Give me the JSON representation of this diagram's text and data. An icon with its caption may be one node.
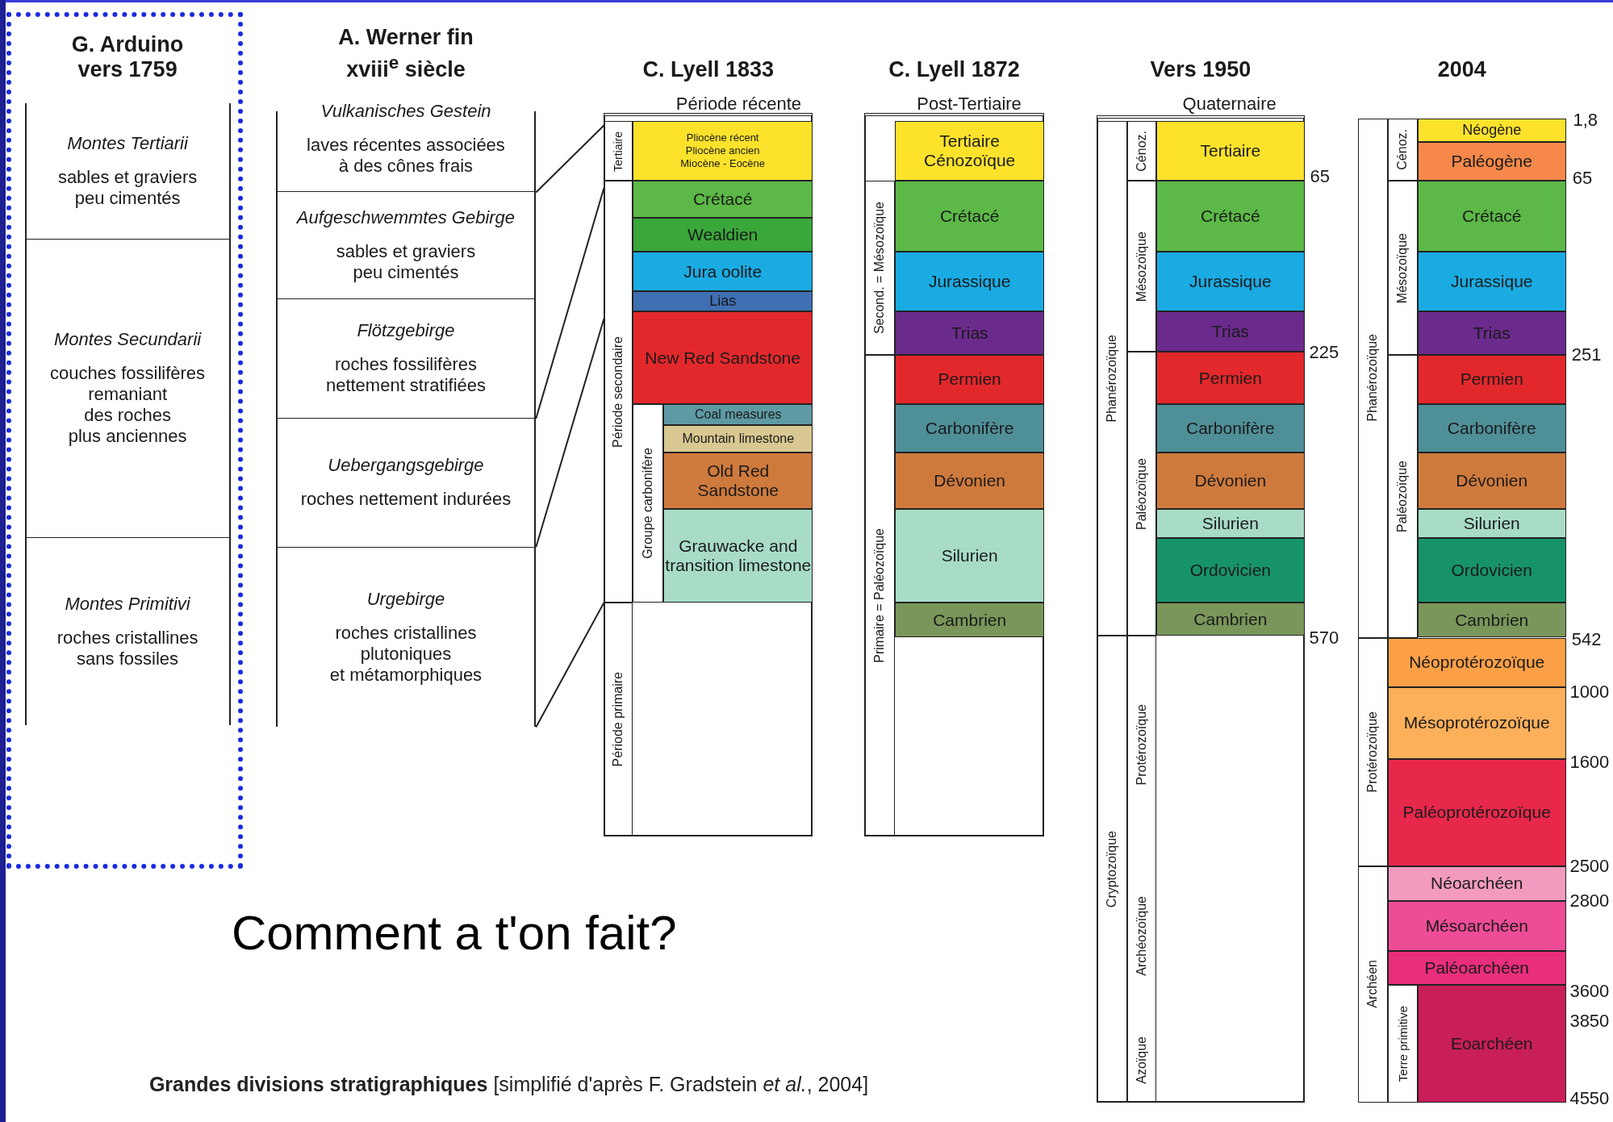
{
  "diagram": {
    "title": "Comment a t'on fait?",
    "caption": "**Grandes divisions stratigraphiques** [simplifié d'après F. Gradstein *et al.*, 2004]",
    "nodes": [
      {
        "text": [
          "G. Arduino vers 1759"
        ]
      },
      {
        "text": [
          "Montes Tertiarii",
          "sables et graviers peu cimentés"
        ],
        "in": 0
      },
      {
        "text": [
          "Montes Secundarii",
          "couches fossilifères remaniant des roches plus anciennes"
        ],
        "in": 0
      },
      {
        "text": [
          "Montes Primitivi",
          "roches cristallines sans fossiles"
        ],
        "in": 0
      },
      {
        "text": [
          "A. Werner fin xviii$^{e}$ siècle"
        ]
      },
      {
        "text": [
          "Vulkanisches Gestein",
          "laves récentes associées à des cônes frais"
        ],
        "in": 4
      },
      {
        "text": [
          "Aufgeschwemmtes Gebirge",
          "sables et graviers peu cimentés"
        ],
        "in": 4
      },
      {
        "text": [
          "Flötzgebirge",
          "roches fossilifères nettement stratifiées"
        ],
        "in": 4
      },
      {
        "text": [
          "Uebergangsgebirge",
          "roches nettement indurées"
        ],
        "in": 4
      },
      {
        "text": [
          "Urgebirge",
          "roches cristallines plutoniques et métamorphiques"
        ],
        "in": 4
      },
      {
        "text": [
          "C. Lyell 1833"
        ]
      },
      {
        "text": [
          "Tertiaire"
        ],
        "in": 10
      },
      {
        "text": [
          "Pliocène récent",
          "Pliocène ancien",
          "Miocène - Eocène"
        ],
        "in": 10
      },
      {
        "text": [
          "Période secondaire"
        ],
        "in": 10
      },
      {
        "text": [
          "Crétacé"
        ],
        "in": 10
      },
      {
        "text": [
          "Wealdien"
        ],
        "in": 10
      },
      {
        "text": [
          "Jura oolite"
        ],
        "in": 10
      },
      {
        "text": [
          "Lias"
        ],
        "in": 10
      },
      {
        "text": [
          "New Red Sandstone"
        ],
        "in": 10
      },
      {
        "text": [
          "Groupe carbonifère"
        ],
        "in": 10
      },
      {
        "text": [
          "Coal measures"
        ],
        "in": 10
      },
      {
        "text": [
          "Mountain limestone"
        ],
        "in": 10
      },
      {
        "text": [
          "Old Red Sandstone"
        ],
        "in": 10
      },
      {
        "text": [
          "Grauwacke and transition limestone"
        ],
        "in": 10
      },
      {
        "text": [
          "Période primaire"
        ],
        "in": 10
      },
      {
        "text": [
          "C. Lyell 1872"
        ]
      },
      {
        "text": [
          "Tertiaire",
          "Cénozoïque"
        ],
        "in": 25
      },
      {
        "text": [
          "Second. = Mésozoïque"
        ],
        "in": 25
      },
      {
        "text": [
          "Crétacé"
        ],
        "in": 25
      },
      {
        "text": [
          "Jurassique"
        ],
        "in": 25
      },
      {
        "text": [
          "Trias"
        ],
        "in": 25
      },
      {
        "text": [
          "Primaire = Paléozoïque"
        ],
        "in": 25
      },
      {
        "text": [
          "Permien"
        ],
        "in": 25
      },
      {
        "text": [
          "Carbonifère"
        ],
        "in": 25
      },
      {
        "text": [
          "Dévonien"
        ],
        "in": 25
      },
      {
        "text": [
          "Silurien"
        ],
        "in": 25
      },
      {
        "text": [
          "Cambrien"
        ],
        "in": 25
      },
      {
        "text": [
          "Vers 1950"
        ]
      },
      {
        "text": [
          "Phanérozoïque"
        ],
        "in": 37
      },
      {
        "text": [
          "Cénoz."
        ],
        "in": 37
      },
      {
        "text": [
          "Tertiaire"
        ],
        "in": 37
      },
      {
        "text": [
          "Mésozoïque"
        ],
        "in": 37
      },
      {
        "text": [
          "Crétacé"
        ],
        "in": 37
      },
      {
        "text": [
          "Jurassique"
        ],
        "in": 37
      },
      {
        "text": [
          "Trias"
        ],
        "in": 37
      },
      {
        "text": [
          "Paléozoïque"
        ],
        "in": 37
      },
      {
        "text": [
          "Permien"
        ],
        "in": 37
      },
      {
        "text": [
          "Carbonifère"
        ],
        "in": 37
      },
      {
        "text": [
          "Dévonien"
        ],
        "in": 37
      },
      {
        "text": [
          "Silurien"
        ],
        "in": 37
      },
      {
        "text": [
          "Ordovicien"
        ],
        "in": 37
      },
      {
        "text": [
          "Cambrien"
        ],
        "in": 37
      },
      {
        "text": [
          "Cryptozoïque"
        ],
        "in": 37
      },
      {
        "text": [
          "Protérozoïque"
        ],
        "in": 37
      },
      {
        "text": [
          "Archéozoïque"
        ],
        "in": 37
      },
      {
        "text": [
          "Azoïque"
        ],
        "in": 37
      },
      {
        "text": [
          "2004"
        ]
      },
      {
        "text": [
          "Phanérozoïque"
        ],
        "in": 56
      },
      {
        "text": [
          "Cénoz."
        ],
        "in": 56
      },
      {
        "text": [
          "Néogène"
        ],
        "in": 56
      },
      {
        "text": [
          "Paléogène"
        ],
        "in": 56
      },
      {
        "text": [
          "Mésozoïque"
        ],
        "in": 56
      },
      {
        "text": [
          "Crétacé"
        ],
        "in": 56
      },
      {
        "text": [
          "Jurassique"
        ],
        "in": 56
      },
      {
        "text": [
          "Trias"
        ],
        "in": 56
      },
      {
        "text": [
          "Paléozoïque"
        ],
        "in": 56
      },
      {
        "text": [
          "Permien"
        ],
        "in": 56
      },
      {
        "text": [
          "Carbonifère"
        ],
        "in": 56
      },
      {
        "text": [
          "Dévonien"
        ],
        "in": 56
      },
      {
        "text": [
          "Silurien"
        ],
        "in": 56
      },
      {
        "text": [
          "Ordovicien"
        ],
        "in": 56
      },
      {
        "text": [
          "Cambrien"
        ],
        "in": 56
      },
      {
        "text": [
          "Protérozoïque"
        ],
        "in": 56
      },
      {
        "text": [
          "Néoprotérozoïque"
        ],
        "in": 56
      },
      {
        "text": [
          "Mésoprotérozoïque"
        ],
        "in": 56
      },
      {
        "text": [
          "Paléoprotérozoïque"
        ],
        "in": 56
      },
      {
        "text": [
          "Archéen"
        ],
        "in": 56
      },
      {
        "text": [
          "Néoarchéen"
        ],
        "in": 56
      },
      {
        "text": [
          "Mésoarchéen"
        ],
        "in": 56
      },
      {
        "text": [
          "Paléoarchéen"
        ],
        "in": 56
      },
      {
        "text": [
          "Terre primitive"
        ],
        "in": 56
      },
      {
        "text": [
          "Eoarchéen"
        ],
        "in": 56
      }
    ],
    "edges": [
      {
        "from": 4,
        "to": 10,
        "arrow": "none"
      },
      {
        "from": 4,
        "to": 10,
        "arrow": "none"
      },
      {
        "from": 4,
        "to": 10,
        "arrow": "none"
      },
      {
        "from": 4,
        "to": 10,
        "arrow": "none"
      }
    ],
    "labels": [
      "Période récente",
      "Post-Tertiaire",
      "Quaternaire",
      "65",
      "225",
      "570",
      "1,8",
      "65",
      "251",
      "542",
      "1000",
      "1600",
      "2500",
      "2800",
      "3600",
      "3850",
      "4550"
    ]
  }
}
